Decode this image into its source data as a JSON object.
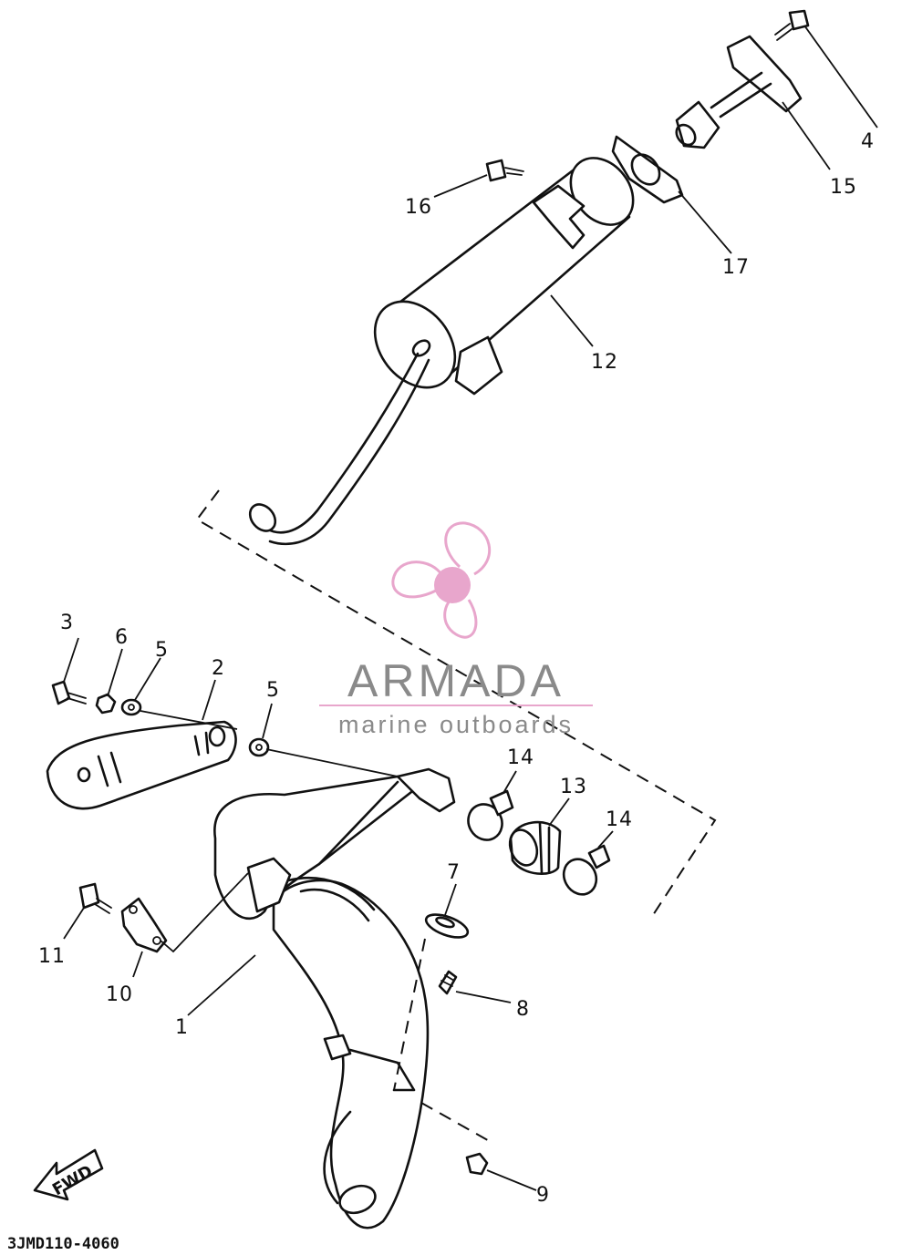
{
  "diagram": {
    "part_code": "3JMD110-4060",
    "fwd_label": "FWD",
    "callouts": [
      "1",
      "2",
      "3",
      "4",
      "5",
      "5",
      "6",
      "7",
      "8",
      "9",
      "10",
      "11",
      "12",
      "13",
      "14",
      "14",
      "15",
      "16",
      "17"
    ]
  },
  "watermark": {
    "brand": "ARMADA",
    "tagline": "marine outboards",
    "colors": {
      "brand_text": "#8a8a8a",
      "accent_pink": "#e8a6cc",
      "rule": "#e8a6cc"
    }
  }
}
